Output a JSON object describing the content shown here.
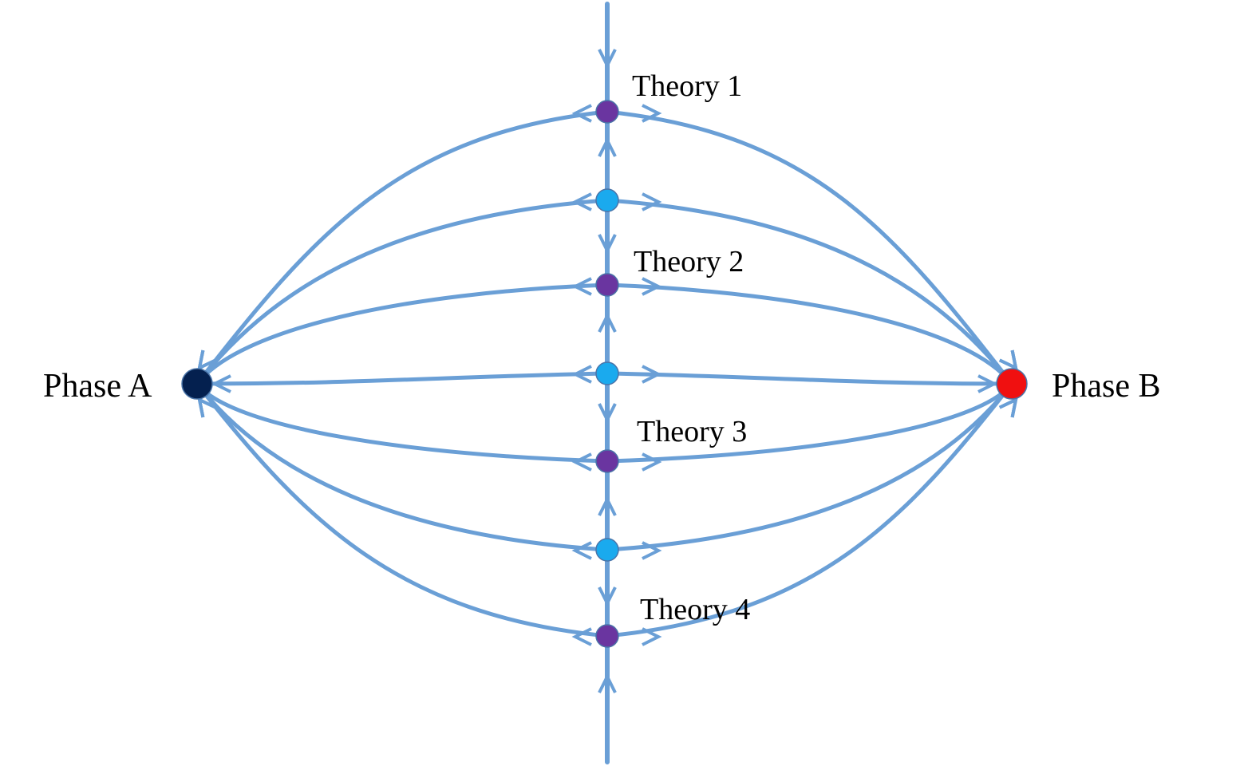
{
  "colors": {
    "flow_line": "#6a9fd6",
    "theory_point": "#6a35a0",
    "intermediate_point": "#1aaaee",
    "phase_a_point": "#04204f",
    "phase_b_point": "#f01010",
    "point_outline": "#4a74a8"
  },
  "labels": {
    "phase_a": "Phase A",
    "phase_b": "Phase B",
    "theory_1": "Theory 1",
    "theory_2": "Theory 2",
    "theory_3": "Theory 3",
    "theory_4": "Theory 4"
  }
}
